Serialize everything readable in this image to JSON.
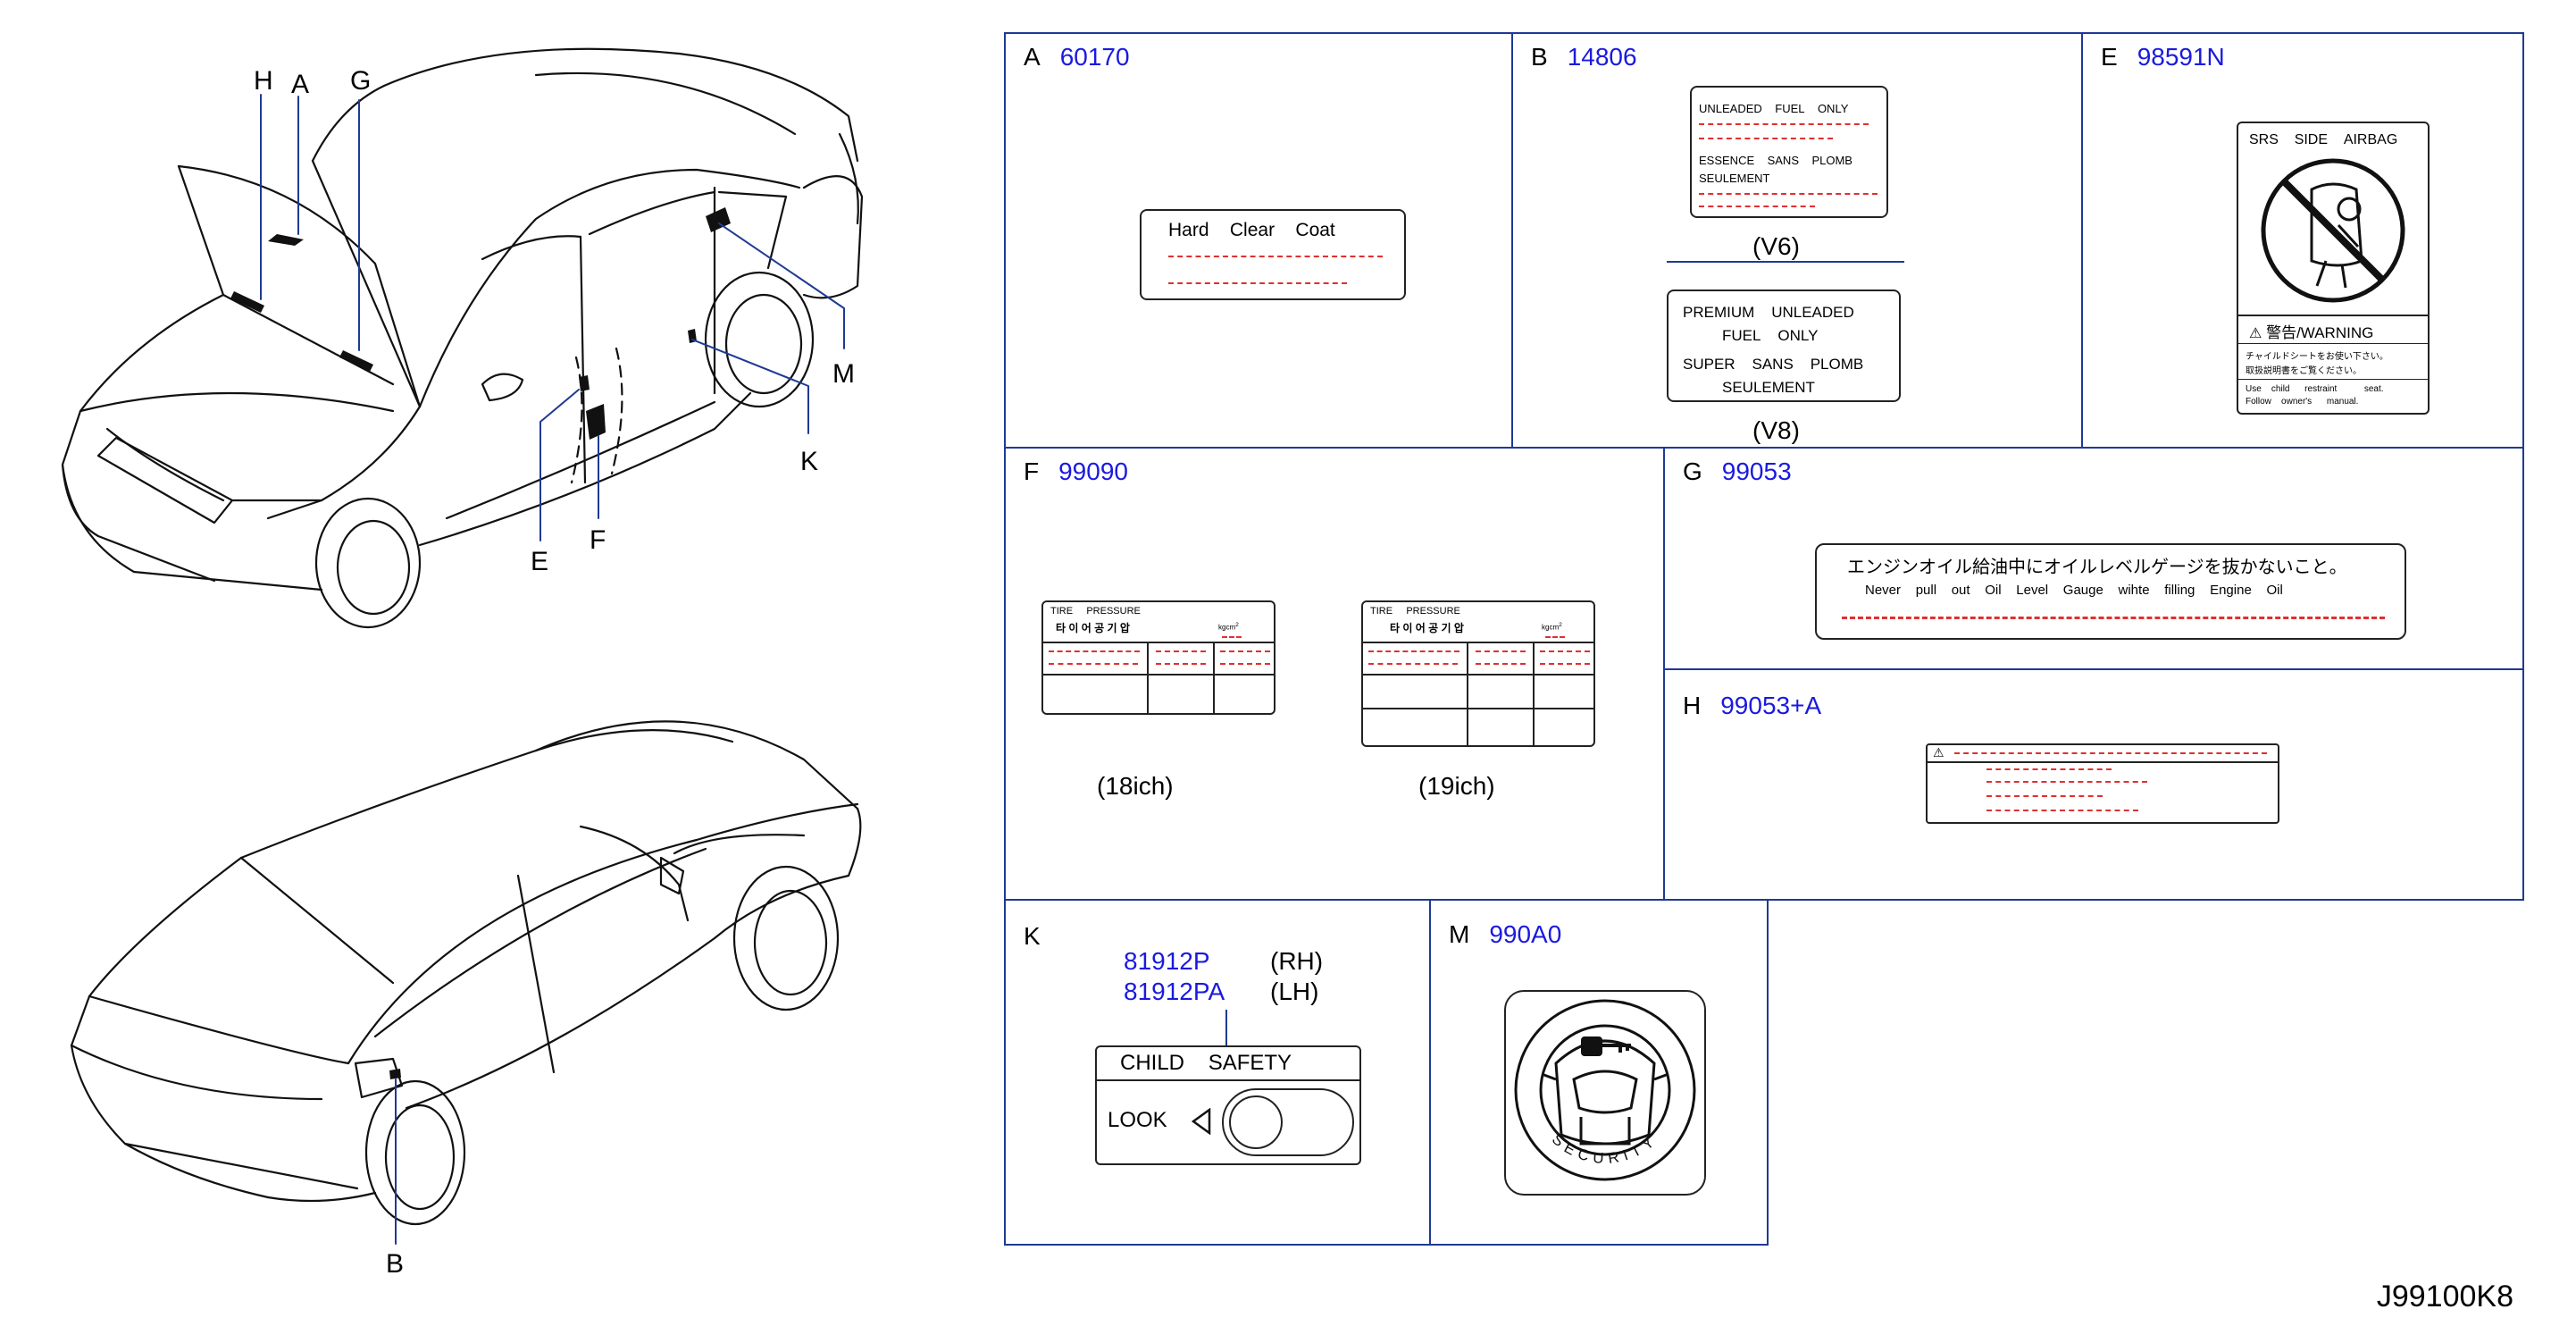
{
  "diagram_code": "J99100K8",
  "callouts": {
    "H": "H",
    "A": "A",
    "G": "G",
    "M": "M",
    "K": "K",
    "E": "E",
    "F": "F",
    "B": "B"
  },
  "cells": {
    "A": {
      "letter": "A",
      "part": "60170",
      "label": [
        "Hard",
        "Clear",
        "Coat"
      ]
    },
    "B": {
      "letter": "B",
      "part": "14806",
      "v6_label": {
        "line1": [
          "UNLEADED",
          "FUEL",
          "ONLY"
        ],
        "line2": [
          "ESSENCE",
          "SANS",
          "PLOMB"
        ],
        "line3": "SEULEMENT"
      },
      "v6_caption": "(V6)",
      "v8_label": {
        "line1": [
          "PREMIUM",
          "UNLEADED"
        ],
        "line2": [
          "FUEL",
          "ONLY"
        ],
        "line3": [
          "SUPER",
          "SANS",
          "PLOMB"
        ],
        "line4": "SEULEMENT"
      },
      "v8_caption": "(V8)"
    },
    "E": {
      "letter": "E",
      "part": "98591N",
      "label_title": [
        "SRS",
        "SIDE",
        "AIRBAG"
      ],
      "warning": "警告/WARNING",
      "jp_line1": "チャイルドシートをお使い下さい。",
      "jp_line2": "取扱説明書をご覧ください。",
      "en_line1": [
        "Use",
        "child",
        "restraint",
        "seat."
      ],
      "en_line2": [
        "Follow",
        "owner's",
        "manual."
      ]
    },
    "F": {
      "letter": "F",
      "part": "99090",
      "label_head": [
        "TIRE",
        "PRESSURE"
      ],
      "label_kr": "타 이 어  공 기 압",
      "label_unit": "kgcm",
      "label_sup": "2",
      "caption_18": "(18ich)",
      "caption_19": "(19ich)"
    },
    "G": {
      "letter": "G",
      "part": "99053",
      "jp": "エンジンオイル給油中にオイルレベルゲージを抜かないこと。",
      "en": [
        "Never",
        "pull",
        "out",
        "Oil",
        "Level",
        "Gauge",
        "wihte",
        "filling",
        "Engine",
        "Oil"
      ]
    },
    "H": {
      "letter": "H",
      "part": "99053+A"
    },
    "K": {
      "letter": "K",
      "parts": [
        {
          "pn": "81912P",
          "side": "(RH)"
        },
        {
          "pn": "81912PA",
          "side": "(LH)"
        }
      ],
      "title": [
        "CHILD",
        "SAFETY"
      ],
      "look": "LOOK"
    },
    "M": {
      "letter": "M",
      "part": "990A0",
      "ring_text": "SECURITY"
    }
  }
}
